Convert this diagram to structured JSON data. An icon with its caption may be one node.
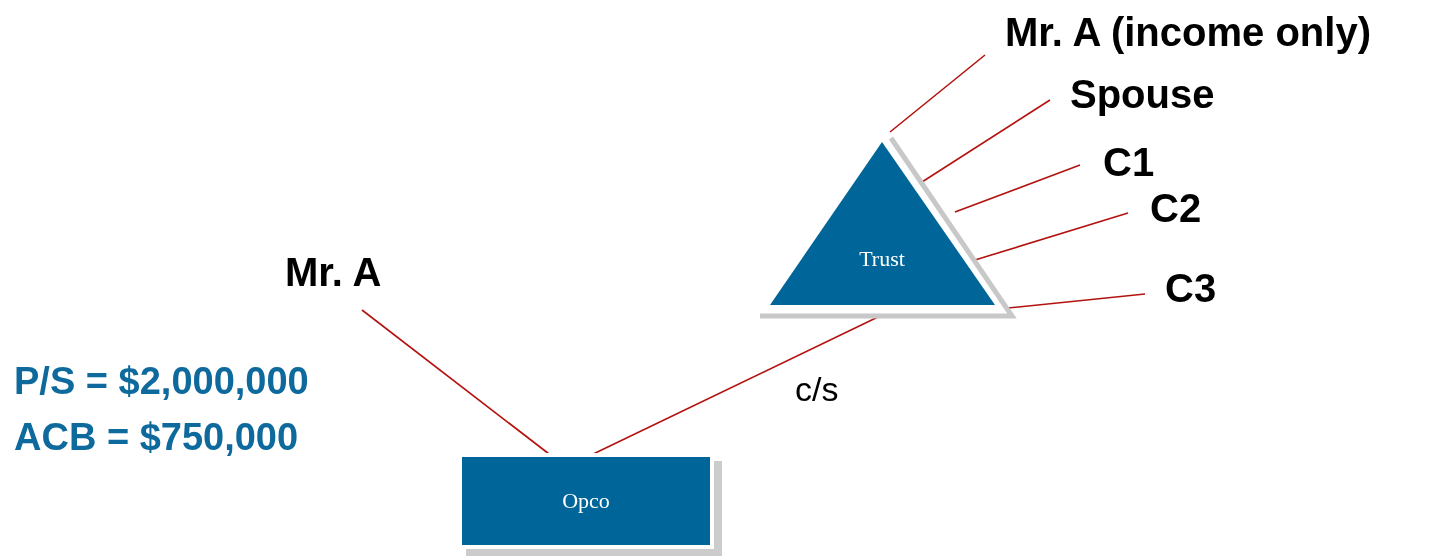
{
  "diagram": {
    "nodes": [
      {
        "text": [
          "Mr. A"
        ]
      },
      {
        "text": [
          "Opco"
        ]
      },
      {
        "text": [
          "Trust"
        ]
      },
      {
        "text": [
          "Mr. A (income only)"
        ]
      },
      {
        "text": [
          "Spouse"
        ]
      },
      {
        "text": [
          "C1"
        ]
      },
      {
        "text": [
          "C2"
        ]
      },
      {
        "text": [
          "C3"
        ]
      }
    ],
    "edges": [
      {
        "from": 0,
        "to": 1,
        "arrow": "none"
      },
      {
        "from": 2,
        "to": 1,
        "arrow": "none",
        "label": "c/s"
      },
      {
        "from": 3,
        "to": 2,
        "arrow": "none"
      },
      {
        "from": 4,
        "to": 2,
        "arrow": "none"
      },
      {
        "from": 5,
        "to": 2,
        "arrow": "none"
      },
      {
        "from": 6,
        "to": 2,
        "arrow": "none"
      },
      {
        "from": 7,
        "to": 2,
        "arrow": "none"
      }
    ],
    "labels": [
      "P/S = $2,000,000",
      "ACB = $750,000"
    ]
  }
}
